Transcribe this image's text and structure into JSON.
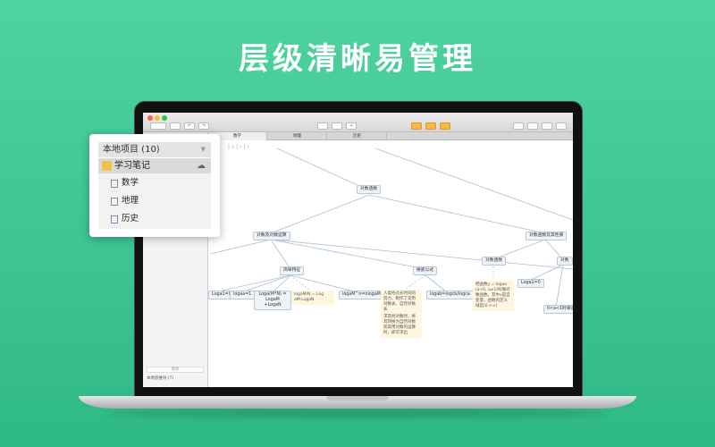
{
  "headline": "层级清晰易管理",
  "app": {
    "tabs": [
      {
        "label": "数学",
        "active": true
      },
      {
        "label": "地理",
        "active": false
      },
      {
        "label": "历史",
        "active": false
      }
    ],
    "sidebar": {
      "search_placeholder": "搜索",
      "footer": "本地思维导 (7)"
    },
    "mindmap": {
      "root": "对数函数",
      "nodes": [
        "对数及对数运算",
        "对数函数及其性质",
        "简单特征",
        "换底公式",
        "对数函数",
        "对数",
        "Loga1=0",
        "logaa=1",
        "Loga(M*N) = LogaM +LogaN",
        "logaM^n=nlogaM",
        "logab=logcb/logca",
        "Loga1=0",
        "0<a<1时单调"
      ],
      "notes": [
        "logaM/N = Log aM-LogaN",
        "人类经过长时间的努力，制作了常用对数表、自然对数表",
        "求其他对数时，将其转换为自然对数或常用对数的运算时，即可求出",
        "把函数y = logax (a>0, a≠1)叫做对数函数，其中x是自变量，函数的定义域是(0,+∞)"
      ]
    }
  },
  "popup": {
    "header": "本地项目 (10)",
    "selected": "学习笔记",
    "items": [
      "数学",
      "地理",
      "历史"
    ]
  },
  "colors": {
    "background": "#3fc796",
    "toolbar_accent": "#f5b94a",
    "node_fill": "#eef3f8",
    "note_fill": "#fff6e0"
  }
}
